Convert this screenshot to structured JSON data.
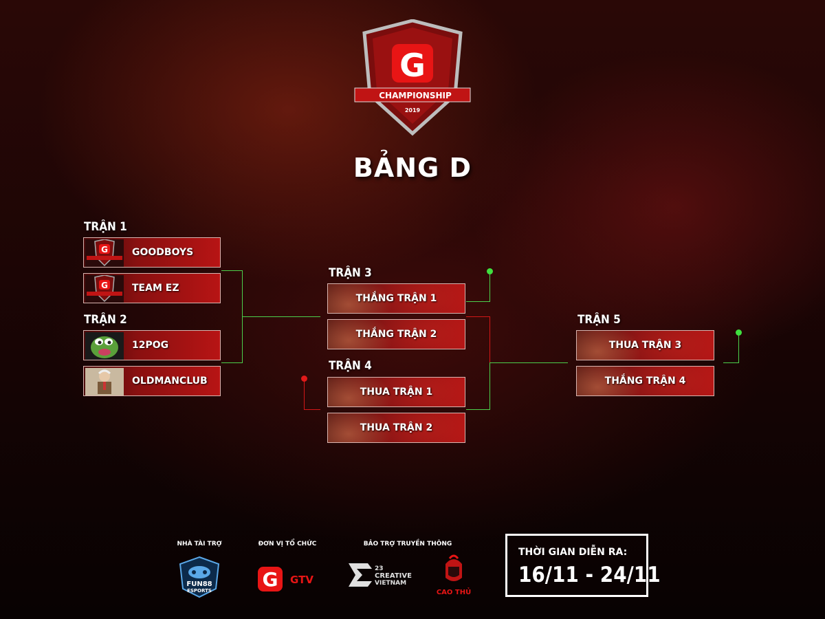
{
  "header": {
    "logo_letter": "G",
    "logo_banner": "CHAMPIONSHIP",
    "logo_year": "2019",
    "title": "BẢNG D"
  },
  "bracket": {
    "tran1": {
      "label": "TRẬN 1",
      "teams": [
        {
          "name": "GOODBOYS",
          "logo": "gcs-championship-logo"
        },
        {
          "name": "TEAM EZ",
          "logo": "gcs-championship-logo"
        }
      ]
    },
    "tran2": {
      "label": "TRẬN 2",
      "teams": [
        {
          "name": "12POG",
          "logo": "pepe-frog-logo"
        },
        {
          "name": "OLDMANCLUB",
          "logo": "old-man-logo"
        }
      ]
    },
    "tran3": {
      "label": "TRẬN 3",
      "slots": [
        "THẮNG TRẬN 1",
        "THẮNG TRẬN 2"
      ]
    },
    "tran4": {
      "label": "TRẬN 4",
      "slots": [
        "THUA TRẬN 1",
        "THUA TRẬN 2"
      ]
    },
    "tran5": {
      "label": "TRẬN 5",
      "slots": [
        "THUA TRẬN 3",
        "THẮNG TRẬN 4"
      ]
    },
    "colors": {
      "advance_line": "#4cd14c",
      "eliminate_line": "#d41818",
      "slot_red": "#b71414"
    }
  },
  "footer": {
    "sponsor_label": "NHÀ TÀI TRỢ",
    "organizer_label": "ĐƠN VỊ TỔ CHỨC",
    "media_label": "BẢO TRỢ TRUYỀN THÔNG",
    "fun88_line1": "FUN88",
    "fun88_line2": "ESPORTS",
    "gtv_text": "GTV",
    "gtv_letter": "G",
    "creative_line1": "23",
    "creative_line2": "CREATIVE",
    "creative_line3": "VIETNAM",
    "caothu_text": "CAO THỦ",
    "date_label": "THỜI GIAN DIỄN RA:",
    "date_value": "16/11 - 24/11"
  }
}
